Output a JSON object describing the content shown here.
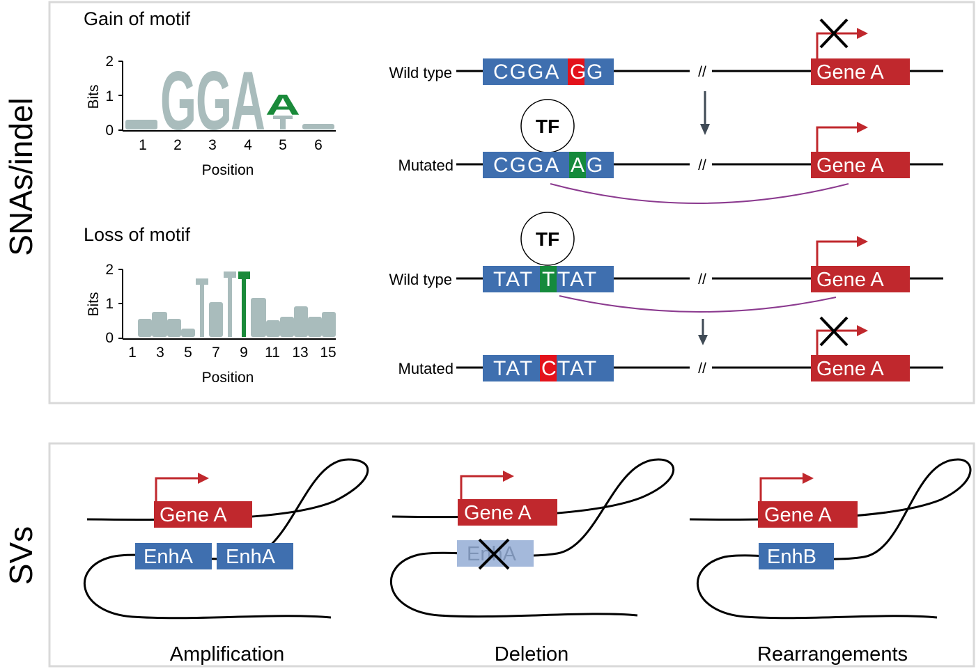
{
  "colors": {
    "sequence_blue": "#3f6faf",
    "gene_red": "#c0282d",
    "substitution_red": "#e3121b",
    "substitution_green": "#158a3c",
    "logo_grey": "#a9bcbc",
    "logo_green": "#1a8a3a",
    "faded_enhancer": "#a4b9db",
    "loop_purple": "#8b3a8f",
    "promoter_arrow": "#c0282d"
  },
  "snas_panel": {
    "side_label": "SNAs/indel",
    "gain": {
      "title": "Gain of motif",
      "y_label": "Bits",
      "x_label": "Position",
      "y_ticks": [
        "0",
        "1",
        "2"
      ],
      "x_ticks": [
        "1",
        "2",
        "3",
        "4",
        "5",
        "6"
      ],
      "logo_letters": [
        "G",
        "G",
        "A",
        "A"
      ],
      "wild_type": {
        "label": "Wild type",
        "seq_left": "CGGA",
        "seq_sub": "G",
        "seq_right": "G",
        "gene": "Gene A"
      },
      "mutated": {
        "label": "Mutated",
        "seq_left": "CGGA",
        "seq_sub": "A",
        "seq_right": "G",
        "gene": "Gene A",
        "tf": "TF"
      }
    },
    "loss": {
      "title": "Loss of motif",
      "y_label": "Bits",
      "x_label": "Position",
      "y_ticks": [
        "0",
        "1",
        "2"
      ],
      "x_ticks": [
        "1",
        "3",
        "5",
        "7",
        "9",
        "11",
        "13",
        "15"
      ],
      "wild_type": {
        "label": "Wild type",
        "seq_left": "TAT",
        "seq_sub": "T",
        "seq_right": "TAT",
        "gene": "Gene A",
        "tf": "TF"
      },
      "mutated": {
        "label": "Mutated",
        "seq_left": "TAT",
        "seq_sub": "C",
        "seq_right": "TAT",
        "gene": "Gene A"
      }
    },
    "break_mark": "//"
  },
  "svs_panel": {
    "side_label": "SVs",
    "amplification": {
      "gene": "Gene A",
      "enhancers": [
        "EnhA",
        "EnhA"
      ],
      "caption": "Amplification"
    },
    "deletion": {
      "gene": "Gene A",
      "enhancer": "EnhA",
      "caption": "Deletion"
    },
    "rearrangements": {
      "gene": "Gene A",
      "enhancer": "EnhB",
      "caption": "Rearrangements"
    }
  }
}
